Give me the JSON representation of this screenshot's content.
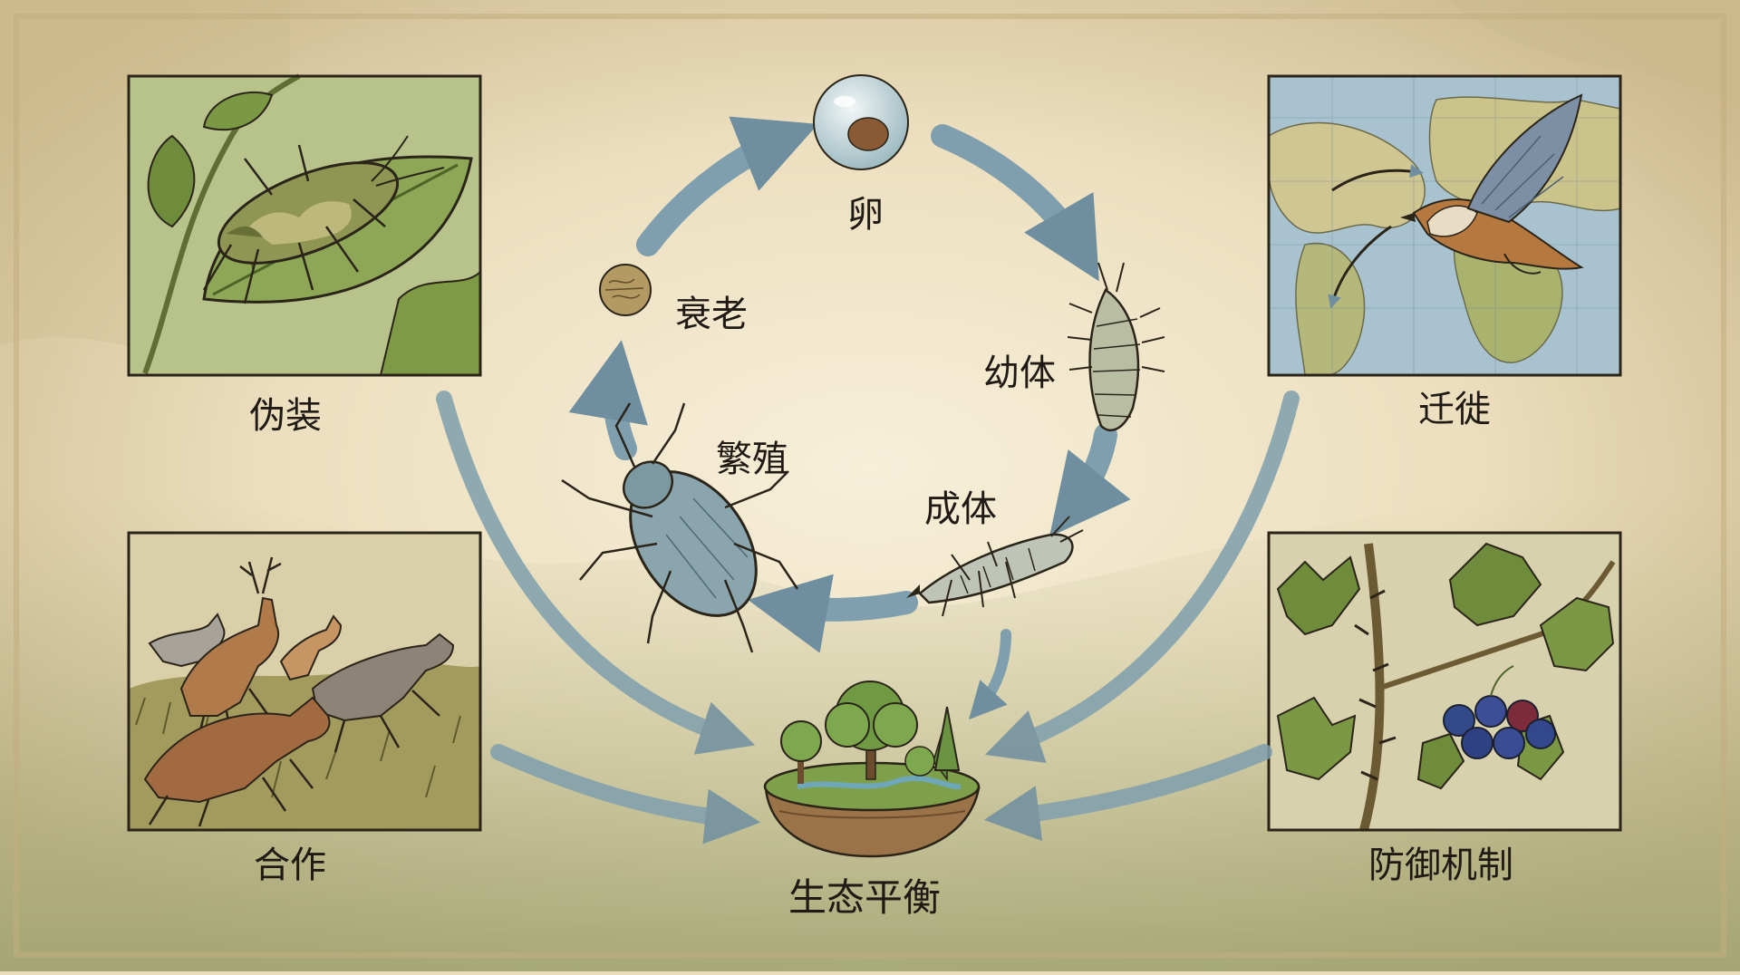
{
  "diagram": {
    "center_label": "生态平衡",
    "life_cycle": {
      "egg": "卵",
      "larva": "幼体",
      "adult": "成体",
      "reproduction": "繁殖",
      "aging": "衰老"
    },
    "panels": {
      "camouflage": "伪装",
      "cooperation": "合作",
      "migration": "迁徙",
      "defense": "防御机制"
    }
  },
  "colors": {
    "arrow": "#7f9fae",
    "arrow_dark": "#5f8191",
    "ink": "#2b2419",
    "paper": "#e9dcbc",
    "frame": "#2b2419"
  }
}
